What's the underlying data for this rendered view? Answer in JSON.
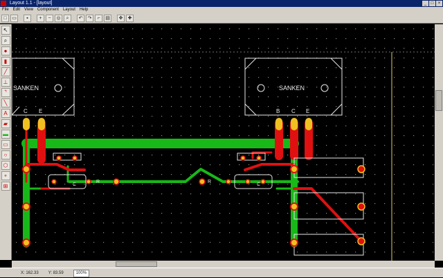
{
  "window": {
    "title": "Layout 1.1 - [layout]"
  },
  "menu": {
    "file": "File",
    "edit": "Edit",
    "view": "View",
    "component": "Component",
    "layout": "Layout",
    "help": "Help"
  },
  "pcb": {
    "components": [
      {
        "label": "SANKEN",
        "pins": [
          "C",
          "E"
        ]
      },
      {
        "label": "SANKEN",
        "pins": [
          "B",
          "C",
          "E"
        ]
      }
    ],
    "part_labels": {
      "r1": "R",
      "r2": "R",
      "c1": "C",
      "c2": "C"
    },
    "colors": {
      "background": "#000000",
      "top_copper": "#e01010",
      "bottom_copper": "#18b818",
      "pad": "#f0c020",
      "silkscreen": "#ffffff"
    }
  },
  "status": {
    "coord_x": "X: 162.33",
    "coord_y": "Y: 83.59",
    "zoom": "100%"
  }
}
